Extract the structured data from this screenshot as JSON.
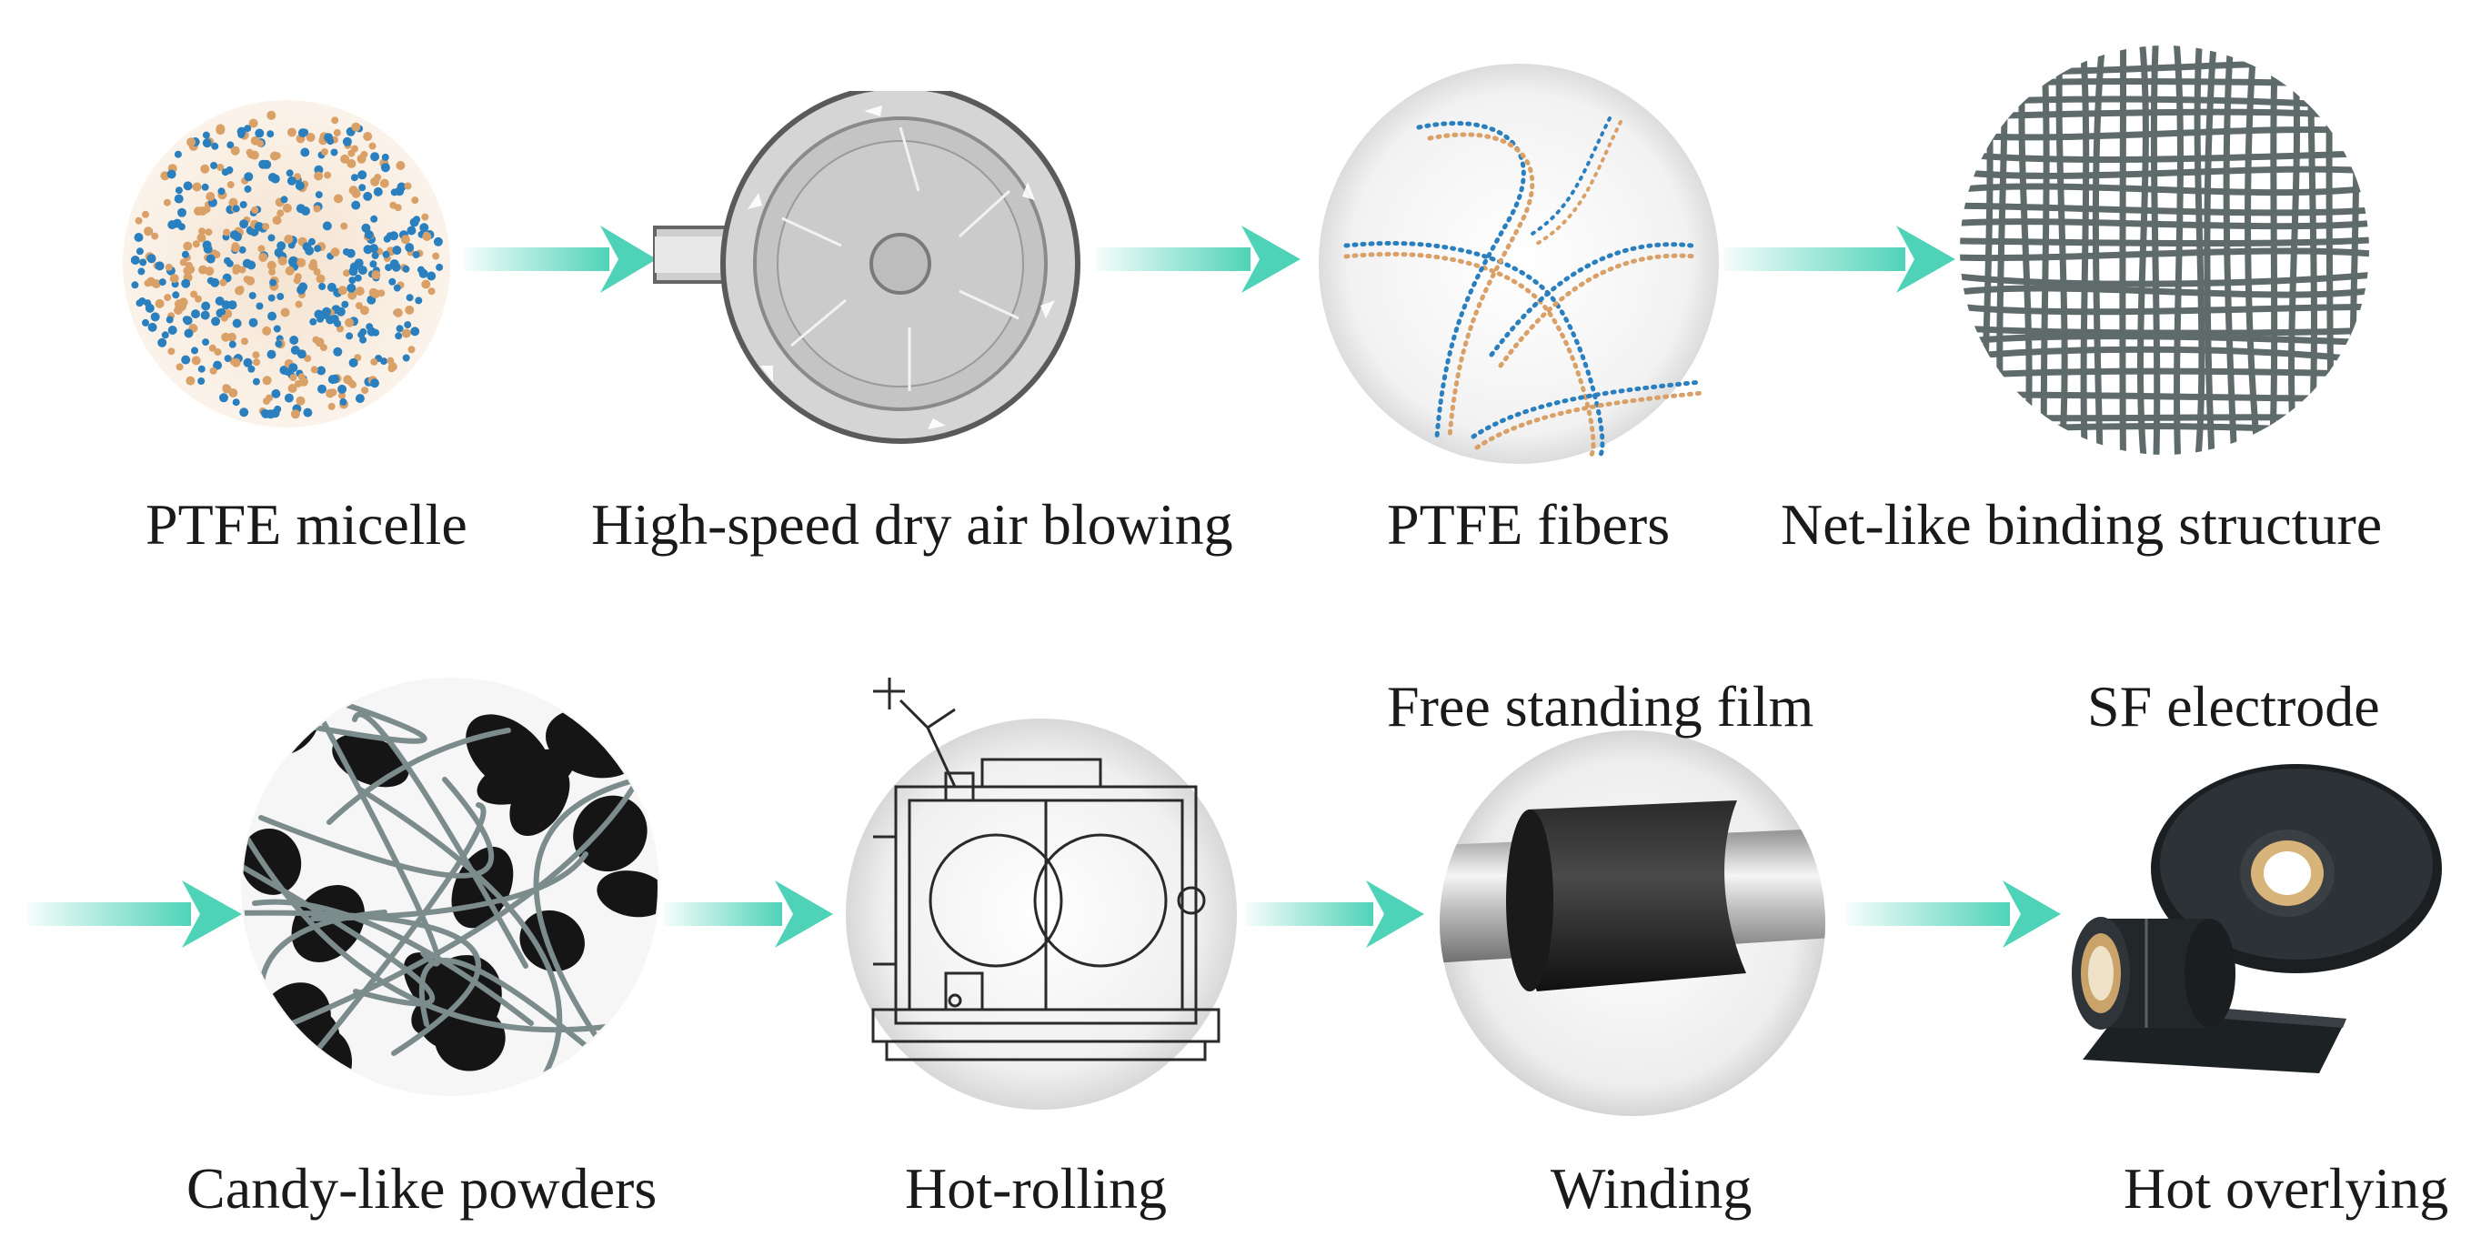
{
  "colors": {
    "arrow": "#4fd3b8",
    "ptfe_orange": "#d9a067",
    "ptfe_blue": "#2a7fbf",
    "fiber_gray": "#5f6b6b",
    "powder_black": "#151515",
    "circle_bg": "#ececec"
  },
  "row1": {
    "step1_label": "PTFE micelle",
    "step2_label": "High-speed dry air blowing",
    "step3_label": "PTFE fibers",
    "step4_label": "Net-like binding structure"
  },
  "row2": {
    "step5_label": "Candy-like powders",
    "step6_label": "Hot-rolling",
    "step7_label": "Winding",
    "step7_toplabel": "Free standing film",
    "step8_label": "Hot overlying",
    "step8_toplabel": "SF electrode"
  },
  "icons": {
    "micelle": "ptfe-micelle-icon",
    "blower": "air-blower-icon",
    "fibers": "ptfe-fibers-icon",
    "net": "net-structure-icon",
    "powder": "candy-powder-icon",
    "roller": "hot-rolling-machine-icon",
    "winding": "winding-film-icon",
    "electrode": "electrode-roll-icon"
  }
}
